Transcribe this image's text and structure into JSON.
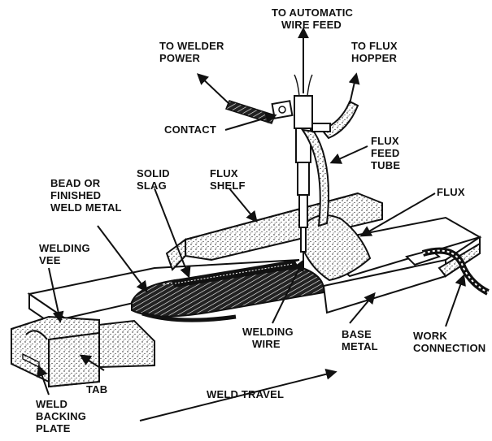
{
  "labels": {
    "to_automatic_wire_feed": [
      "TO AUTOMATIC",
      "WIRE FEED"
    ],
    "to_welder_power": [
      "TO WELDER",
      "POWER"
    ],
    "to_flux_hopper": [
      "TO FLUX",
      "HOPPER"
    ],
    "contact": "CONTACT",
    "flux_feed_tube": [
      "FLUX",
      "FEED",
      "TUBE"
    ],
    "solid_slag": [
      "SOLID",
      "SLAG"
    ],
    "flux_shelf": [
      "FLUX",
      "SHELF"
    ],
    "bead_or_finished_weld_metal": [
      "BEAD OR",
      "FINISHED",
      "WELD METAL"
    ],
    "flux": "FLUX",
    "welding_vee": [
      "WELDING",
      "VEE"
    ],
    "welding_wire": [
      "WELDING",
      "WIRE"
    ],
    "base_metal": [
      "BASE",
      "METAL"
    ],
    "work_connection": [
      "WORK",
      "CONNECTION"
    ],
    "tab": "TAB",
    "weld_backing_plate": [
      "WELD",
      "BACKING",
      "PLATE"
    ],
    "weld_travel": "WELD TRAVEL"
  }
}
